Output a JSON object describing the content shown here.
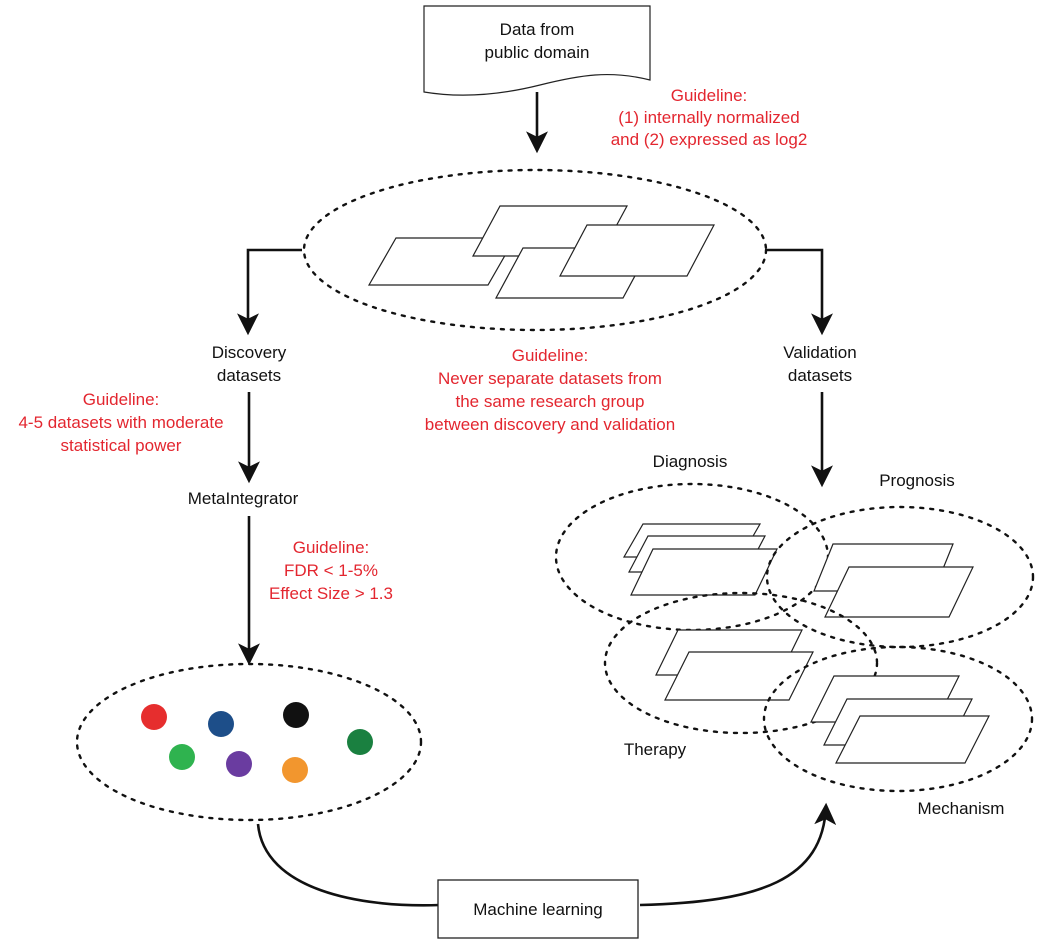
{
  "nodes": {
    "source": [
      "Data from",
      "public domain"
    ],
    "discovery": [
      "Discovery",
      "datasets"
    ],
    "validation": [
      "Validation",
      "datasets"
    ],
    "metaintegrator": "MetaIntegrator",
    "machine_learning": "Machine learning",
    "diagnosis": "Diagnosis",
    "prognosis": "Prognosis",
    "therapy": "Therapy",
    "mechanism": "Mechanism"
  },
  "guidelines": {
    "normalization": [
      "Guideline:",
      "(1) internally normalized",
      "and (2) expressed as log2"
    ],
    "separation": [
      "Guideline:",
      "Never separate datasets from",
      "the same research group",
      "between discovery and validation"
    ],
    "discovery_power": [
      "Guideline:",
      "4-5 datasets with moderate",
      "statistical power"
    ],
    "thresholds": [
      "Guideline:",
      "FDR < 1-5%",
      "Effect Size > 1.3"
    ]
  },
  "gene_colors": [
    "#e62e2e",
    "#1d4e89",
    "#111111",
    "#2fb34f",
    "#6a3ca0",
    "#f2962e",
    "#1a8040"
  ],
  "colors": {
    "guideline_text": "#e3262f",
    "line": "#111111"
  }
}
